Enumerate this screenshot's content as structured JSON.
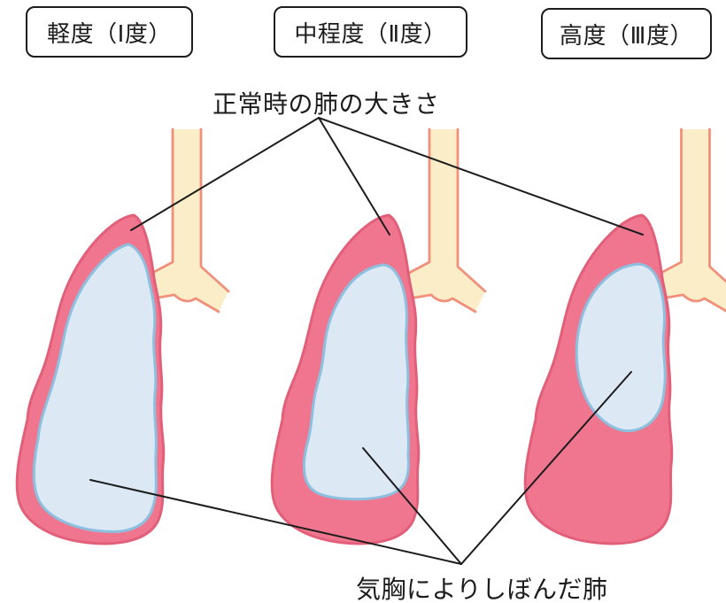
{
  "title_boxes": [
    {
      "label": "軽度（Ⅰ度）"
    },
    {
      "label": "中程度（Ⅱ度）"
    },
    {
      "label": "高度（Ⅲ度）"
    }
  ],
  "annotations": {
    "normal_lung_size": "正常時の肺の大きさ",
    "collapsed_lung": "気胸によりしぼんだ肺"
  },
  "colors": {
    "background": "#FFFFFF",
    "text": "#1C1C1C",
    "line": "#1C1C1C",
    "lung_fill": "#F0768F",
    "lung_stroke": "#E25F79",
    "collapsed_fill": "#DCE9F5",
    "collapsed_stroke": "#8DBFDF",
    "trachea_fill": "#FCEDC9",
    "trachea_stroke": "#F1907A"
  }
}
